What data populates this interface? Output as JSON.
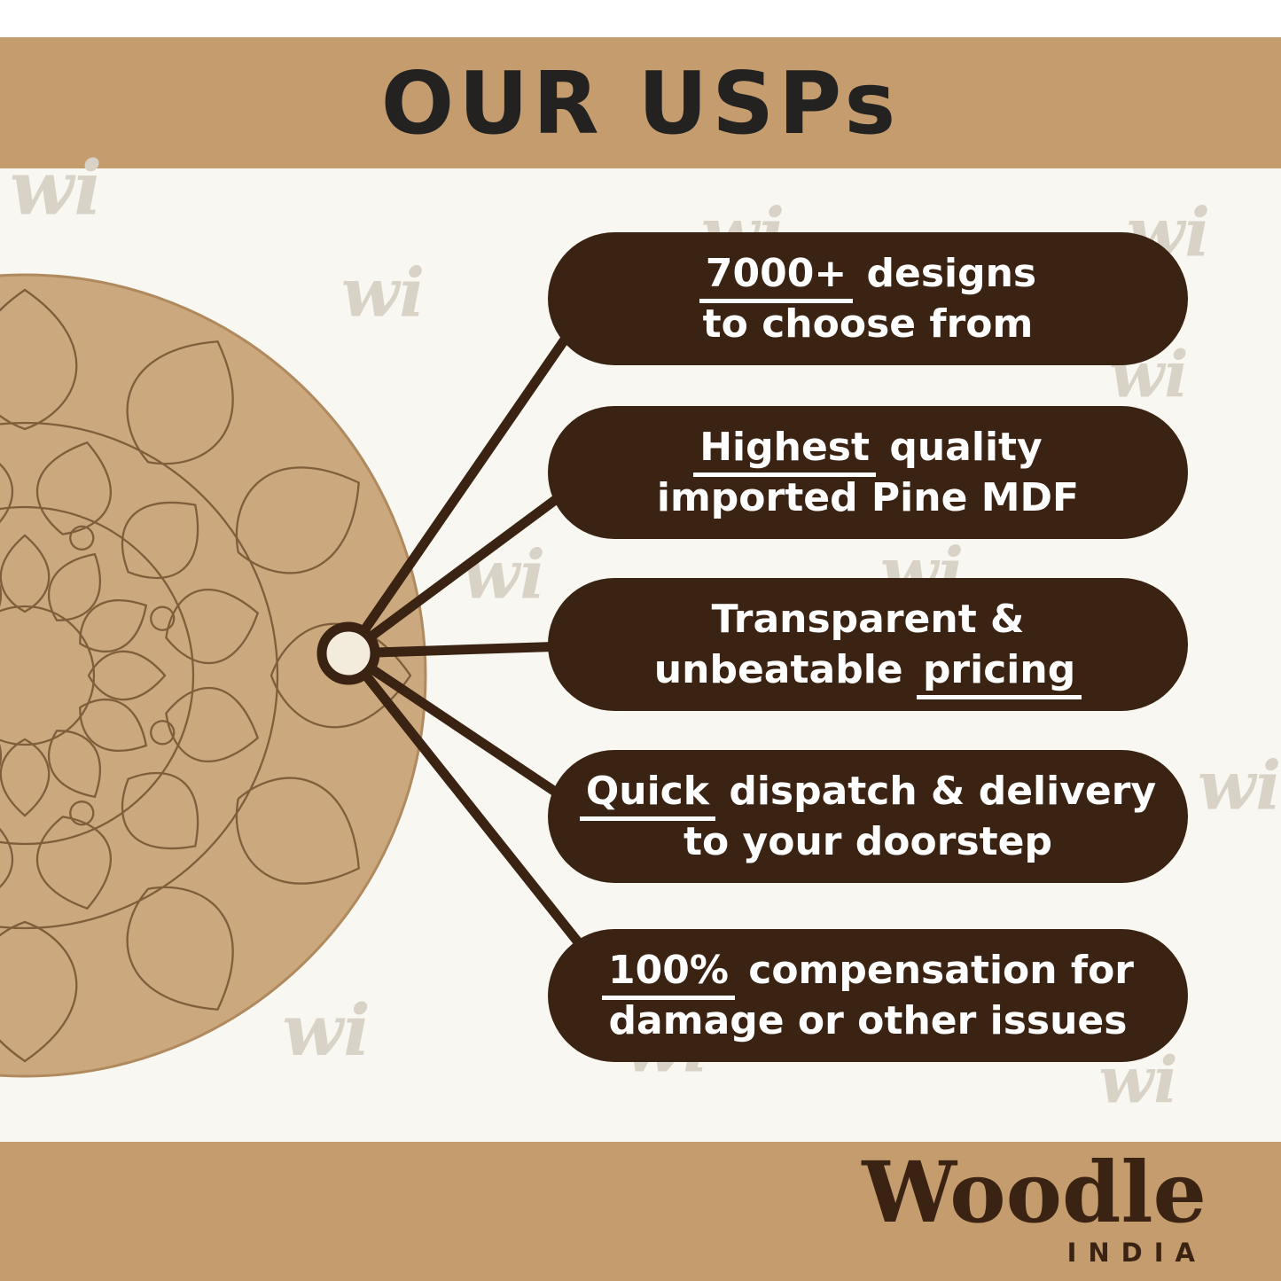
{
  "header": {
    "title": "OUR USPs"
  },
  "watermark": {
    "text": "wi"
  },
  "usps": [
    {
      "line1_pre": "",
      "line1_u": "7000+",
      "line1_post": " designs",
      "line2_pre": "to choose from",
      "line2_u": "",
      "line2_post": ""
    },
    {
      "line1_pre": "",
      "line1_u": "Highest",
      "line1_post": " quality",
      "line2_pre": "imported Pine MDF",
      "line2_u": "",
      "line2_post": ""
    },
    {
      "line1_pre": "Transparent &",
      "line1_u": "",
      "line1_post": "",
      "line2_pre": "unbeatable ",
      "line2_u": "pricing",
      "line2_post": ""
    },
    {
      "line1_pre": "",
      "line1_u": "Quick",
      "line1_post": " dispatch & delivery",
      "line2_pre": "to your doorstep",
      "line2_u": "",
      "line2_post": ""
    },
    {
      "line1_pre": "",
      "line1_u": "100%",
      "line1_post": " compensation for",
      "line2_pre": "damage or other issues",
      "line2_u": "",
      "line2_post": ""
    }
  ],
  "footer": {
    "brand": "Woodle",
    "country": "INDIA"
  },
  "colors": {
    "band_tan": "#C59C6E",
    "pill_brown": "#3A2313",
    "board_tan": "#CBA87D",
    "background": "#F9F7F1",
    "title_dark": "#232221",
    "watermark_gray": "#D8D3C6",
    "node_cream": "#F3EBDB"
  }
}
